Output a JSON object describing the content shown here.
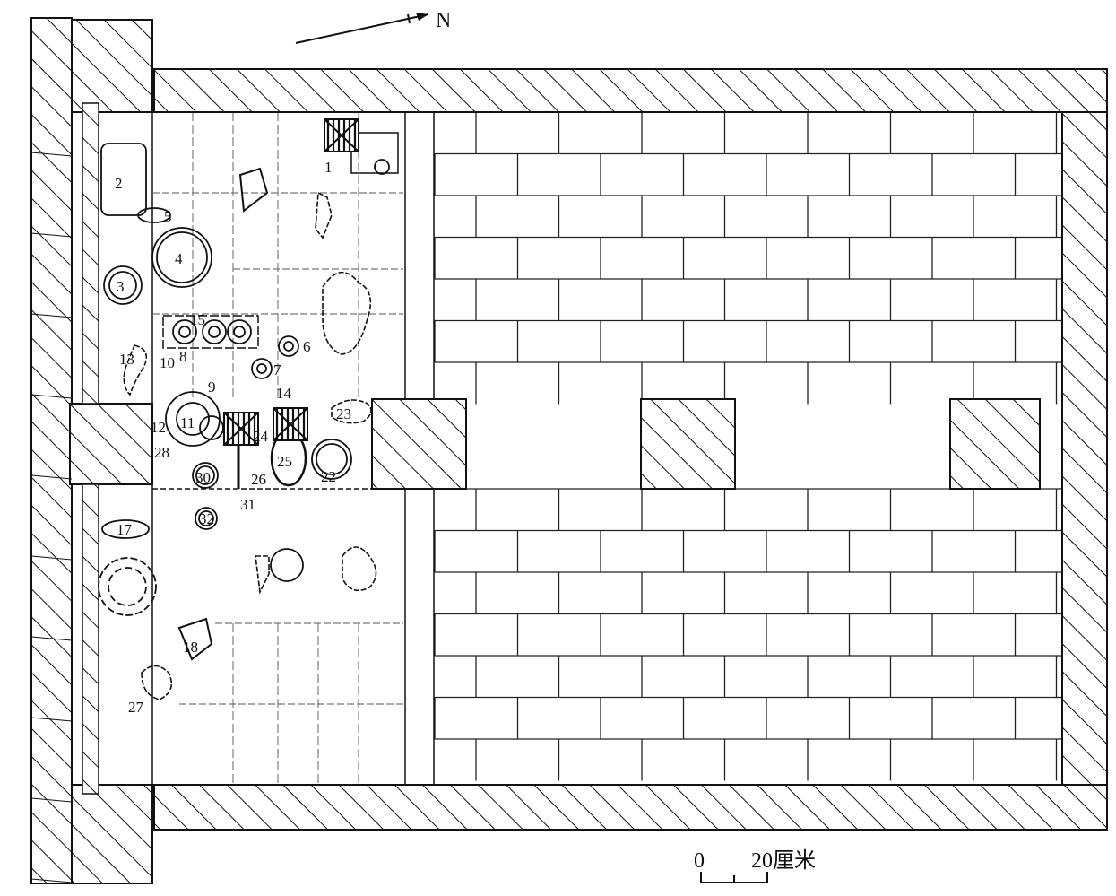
{
  "north_label": "N",
  "scale": {
    "zero": "0",
    "unit_label": "20厘米"
  },
  "artifact_labels": [
    "1",
    "2",
    "3",
    "4",
    "5",
    "15",
    "6",
    "7",
    "8",
    "9",
    "10",
    "11",
    "12",
    "13",
    "14",
    "17",
    "18",
    "22",
    "23",
    "24",
    "25",
    "26",
    "27",
    "28",
    "30",
    "31",
    "32"
  ]
}
